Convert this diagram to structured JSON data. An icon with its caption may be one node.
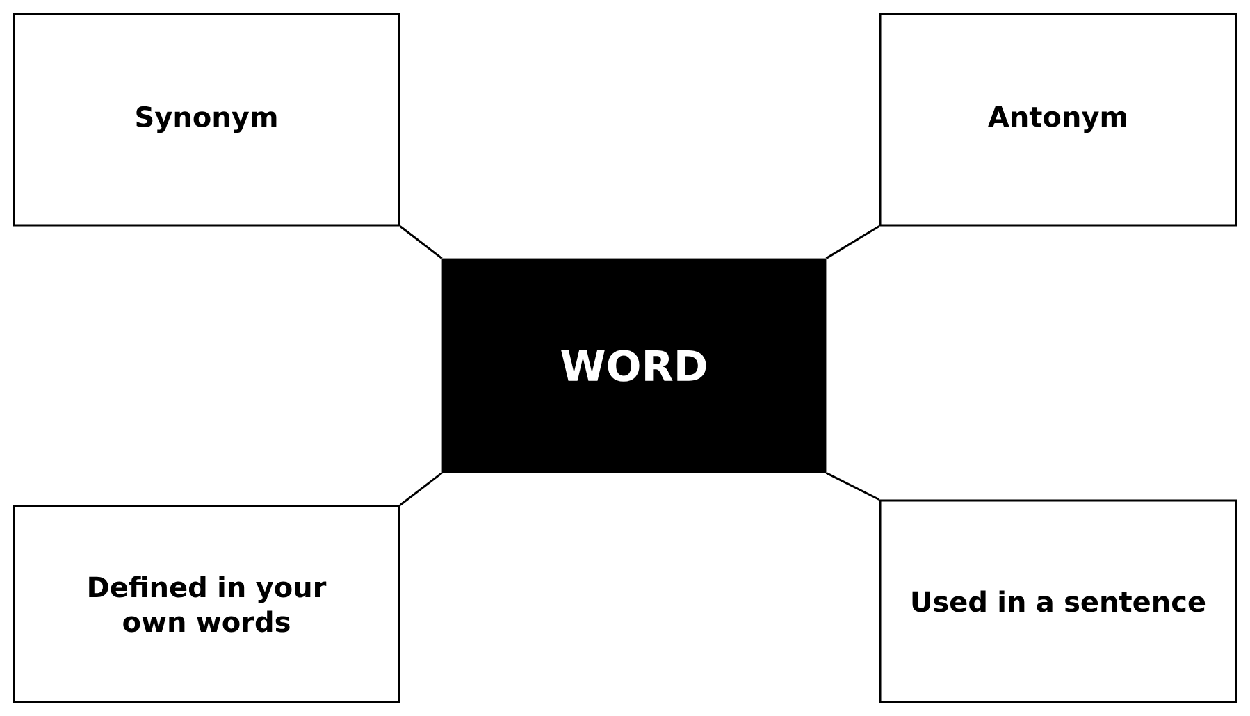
{
  "diagram": {
    "nodes": [
      {
        "text": [
          "Synonym"
        ]
      },
      {
        "text": [
          "Antonym"
        ]
      },
      {
        "text": [
          "WORD"
        ]
      },
      {
        "text": [
          "Defined in your own words"
        ]
      },
      {
        "text": [
          "Used in a sentence"
        ]
      }
    ],
    "edges": [
      {
        "from": 2,
        "to": 0,
        "arrow": "none"
      },
      {
        "from": 2,
        "to": 1,
        "arrow": "none"
      },
      {
        "from": 2,
        "to": 3,
        "arrow": "none"
      },
      {
        "from": 2,
        "to": 4,
        "arrow": "none"
      }
    ]
  }
}
